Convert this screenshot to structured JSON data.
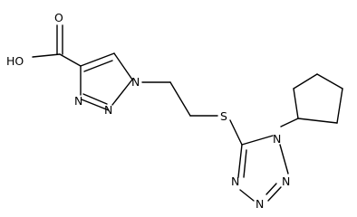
{
  "atoms": {
    "ho": "HO",
    "o_carbonyl": "O",
    "n1_triazole": "N",
    "n2_triazole": "N",
    "n3_triazole": "N",
    "s": "S",
    "n1_tetrazole": "N",
    "n2_tetrazole": "N",
    "n3_tetrazole": "N",
    "n4_tetrazole": "N"
  }
}
